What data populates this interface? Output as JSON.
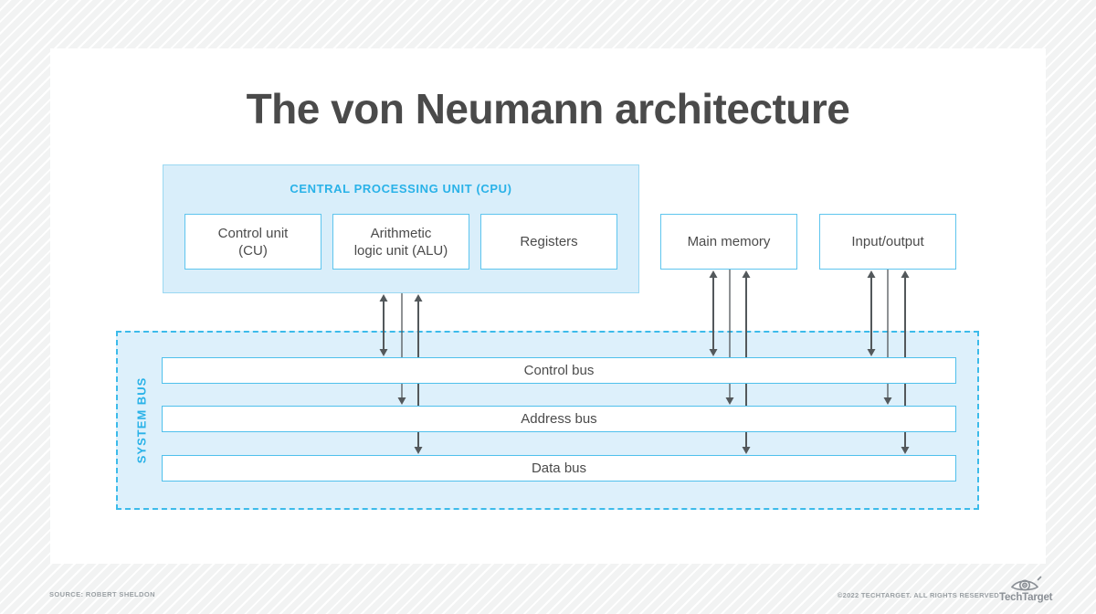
{
  "title": "The von Neumann architecture",
  "cpu": {
    "label": "CENTRAL PROCESSING UNIT (CPU)",
    "components": [
      {
        "lines": [
          "Control unit",
          "(CU)"
        ]
      },
      {
        "lines": [
          "Arithmetic",
          "logic unit (ALU)"
        ]
      },
      {
        "lines": [
          "Registers"
        ]
      }
    ]
  },
  "peripherals": [
    {
      "label": "Main memory"
    },
    {
      "label": "Input/output"
    }
  ],
  "system_bus": {
    "label": "SYSTEM BUS",
    "buses": [
      {
        "label": "Control bus"
      },
      {
        "label": "Address bus"
      },
      {
        "label": "Data bus"
      }
    ]
  },
  "footer": {
    "source": "SOURCE: ROBERT SHELDON",
    "copyright": "©2022 TECHTARGET. ALL RIGHTS RESERVED",
    "brand": "TechTarget"
  },
  "colors": {
    "accent_cyan": "#29b2e8",
    "cpu_fill": "#d9eefa",
    "bus_fill": "#ddf0fb",
    "box_border": "#5ec5ee",
    "dashed_border": "#3cbbea",
    "arrow": "#53585b",
    "text_dark": "#4b4b4b",
    "footer_gray": "#9aa0a4"
  }
}
